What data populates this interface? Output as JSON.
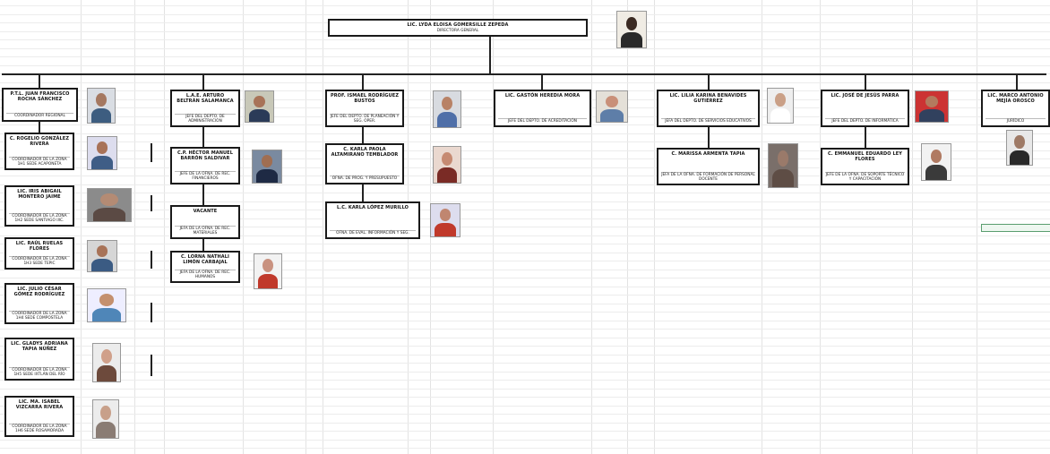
{
  "colors": {
    "line": "#222222",
    "box_border": "#1a1a1a",
    "grid": "#e3e3e3",
    "green_cell": "#5a9e6f"
  },
  "director": {
    "name": "LIC. LYDA ELOISA GOMERSILLE ZEPEDA",
    "title": "DIRECTORA GENERAL"
  },
  "departments": [
    {
      "name": "P.T.L. JUAN FRANCISCO ROCHA SÁNCHEZ",
      "title": "COORDINADOR REGIONAL",
      "staff": [
        {
          "name": "C. ROGELIO GONZÁLEZ RIVERA",
          "title": "COORDINADOR DE LA ZONA 1H1 SEDE ACAPONETA"
        },
        {
          "name": "LIC. IRIS ABIGAIL MONTERO JAIME",
          "title": "COORDINADOR DE LA ZONA 1H2 SEDE SANTIAGO IXC."
        },
        {
          "name": "LIC. RAÚL RUELAS FLORES",
          "title": "COORDINADOR DE LA ZONA 1H3 SEDE TEPIC"
        },
        {
          "name": "LIC. JULIO CÉSAR GÓMEZ RODRÍGUEZ",
          "title": "COORDINADOR DE LA ZONA 1H4 SEDE COMPOSTELA"
        },
        {
          "name": "LIC. GLADYS ADRIANA TAPIA NÚÑEZ",
          "title": "COORDINADOR DE LA ZONA 1H5 SEDE IXTLÁN DEL RÍO"
        },
        {
          "name": "LIC. MA. ISABEL VIZCARRA RIVERA",
          "title": "COORDINADOR DE LA ZONA 1H6 SEDE ROSAMORADA"
        }
      ]
    },
    {
      "name": "L.A.E. ARTURO BELTRÁN SALAMANCA",
      "title": "JEFE DEL DEPTO. DE ADMINISTRACIÓN",
      "staff": [
        {
          "name": "C.P. HÉCTOR MANUEL BARRÓN SALDIVAR",
          "title": "JEFE DE LA OFNA. DE REC. FINANCIEROS"
        },
        {
          "name": "VACANTE",
          "title": "JEFA DE LA OFNA. DE REC. MATERIALES"
        },
        {
          "name": "C. LORNA NATHALI LIMÓN CARBAJAL",
          "title": "JEFA DE LA OFNA. DE REC. HUMANOS"
        }
      ]
    },
    {
      "name": "PROF. ISMAEL RODRÍGUEZ BUSTOS",
      "title": "JEFE DEL DEPTO. DE PLANEACIÓN Y SEG. OPER.",
      "staff": [
        {
          "name": "C. KARLA PAOLA ALTAMIRANO TEMBLADOR",
          "title": "OFNA. DE PROG. Y PRESUPUESTO"
        },
        {
          "name": "L.C. KARLA LÓPEZ MURILLO",
          "title": "OFNA. DE EVAL. INFORMACIÓN Y SEG."
        }
      ]
    },
    {
      "name": "LIC. GASTÓN HEREDIA MORA",
      "title": "JEFE DEL DEPTO. DE ACREDITACIÓN",
      "staff": []
    },
    {
      "name": "LIC. LILIA KARINA BENAVIDES GUTIÉRREZ",
      "title": "JEFA DEL DEPTO. DE SERVICIOS EDUCATIVOS",
      "staff": [
        {
          "name": "C. MARISSA ARMENTA TAPIA",
          "title": "JEFA DE LA OFNA. DE FORMACIÓN DE PERSONAL DOCENTE"
        }
      ]
    },
    {
      "name": "LIC. JOSÉ DE JESÚS PARRA",
      "title": "JEFE DEL DEPTO. DE INFORMÁTICA",
      "staff": [
        {
          "name": "C. EMMANUEL EDUARDO LEY FLORES",
          "title": "JEFE DE LA OFNA. DE SOPORTE TÉCNICO Y CAPACITACIÓN"
        }
      ]
    },
    {
      "name": "LIC. MARCO ANTONIO MEJÍA OROSCO",
      "title": "JURÍDICO",
      "staff": []
    }
  ]
}
